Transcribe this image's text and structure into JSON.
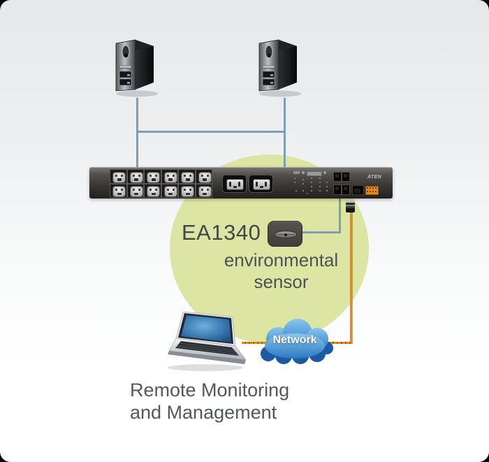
{
  "pdu": {
    "brand": "ATEN",
    "c13_outlet_count": 12,
    "c19_outlet_count": 2
  },
  "sensor": {
    "model": "EA1340",
    "description_line1": "environmental",
    "description_line2": "sensor"
  },
  "network": {
    "label": "Network"
  },
  "caption": {
    "line1": "Remote Monitoring",
    "line2": "and Management"
  },
  "colors": {
    "connector_blue": "#7e9db4",
    "cable_orange": "#f0860e",
    "highlight_green": "#dde5a2",
    "cloud_blue": "#2e77c2",
    "text_gray": "#54585b"
  }
}
